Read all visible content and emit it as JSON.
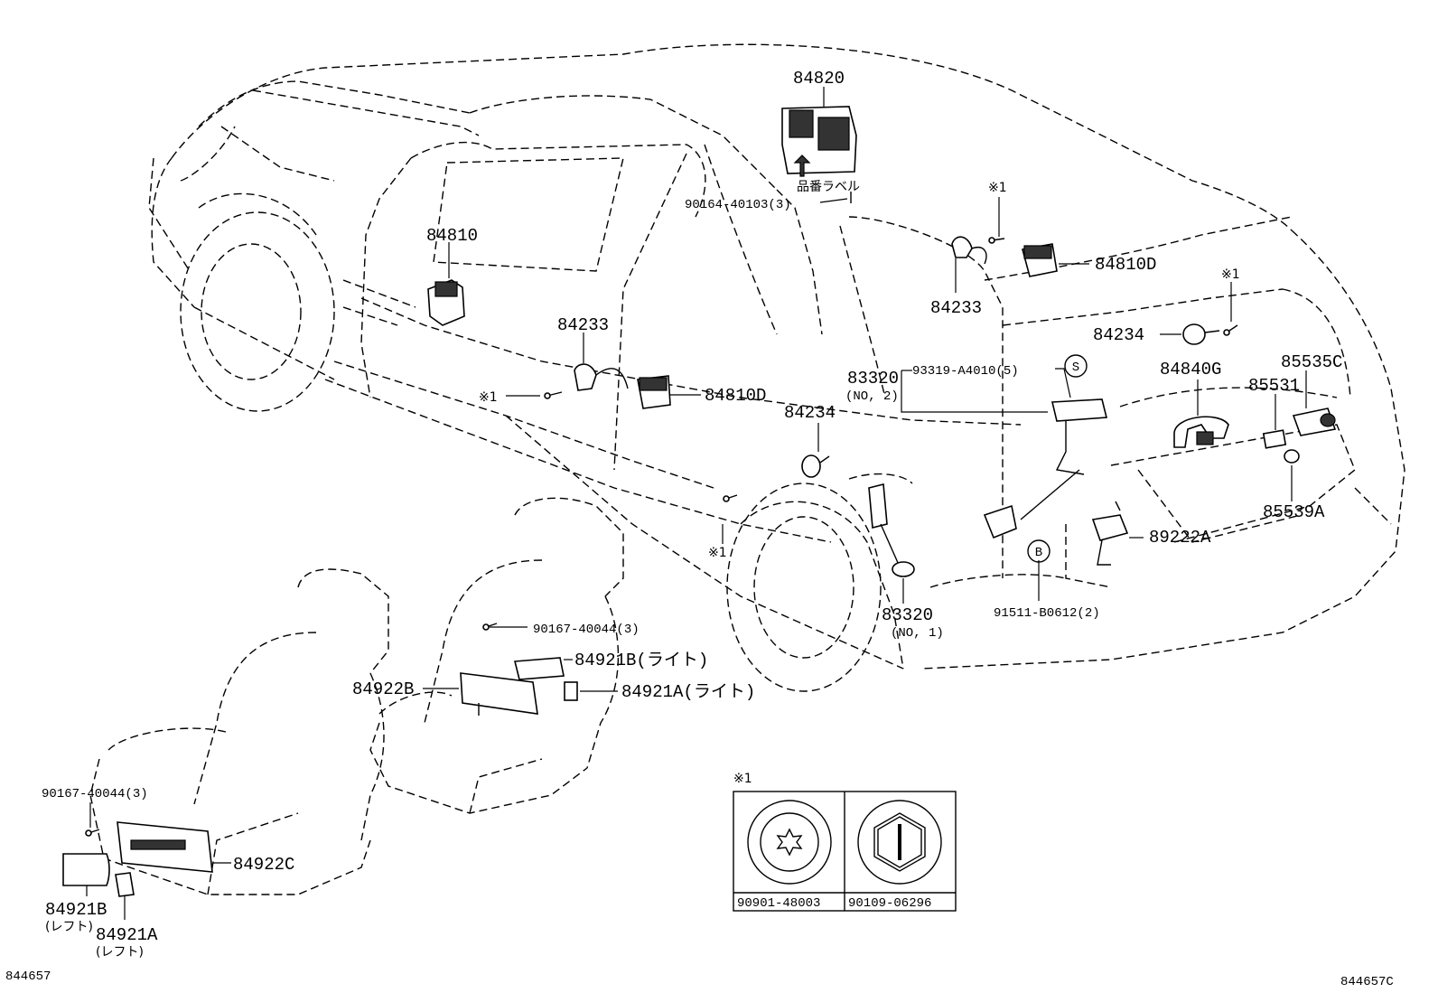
{
  "labels": {
    "p84820": "84820",
    "hinban_label": "品番ラベル",
    "p90164": "90164-40103(3)",
    "p84810": "84810",
    "p84233_left": "84233",
    "p84233_right": "84233",
    "p84810D_right": "84810D",
    "p84810D_left": "84810D",
    "mark1_a": "※1",
    "mark1_b": "※1",
    "mark1_c": "※1",
    "mark1_d": "※1",
    "p84234_left": "84234",
    "p84234_right": "84234",
    "p83320_no2": "83320",
    "no2": "(NO, 2)",
    "p93319": "93319-A4010(5)",
    "circle_s": "S",
    "p84840G": "84840G",
    "p85535C": "85535C",
    "p85531": "85531",
    "p85539A": "85539A",
    "p89222A": "89222A",
    "circle_b": "B",
    "p91511": "91511-B0612(2)",
    "p83320_no1": "83320",
    "no1": "(NO, 1)",
    "p90167_upper": "90167-40044(3)",
    "p84921B_right": "84921B(ライト)",
    "p84922B": "84922B",
    "p84921A_right": "84921A(ライト)",
    "p90167_lower": "90167-40044(3)",
    "p84922C": "84922C",
    "p84921B_left": "84921B",
    "left_b": "(レフト)",
    "p84921A_left": "84921A",
    "left_a": "(レフト)",
    "footer_left": "844657",
    "footer_right": "844657C"
  },
  "legend": {
    "title": "※1",
    "item1": "90901-48003",
    "item2": "90109-06296"
  }
}
